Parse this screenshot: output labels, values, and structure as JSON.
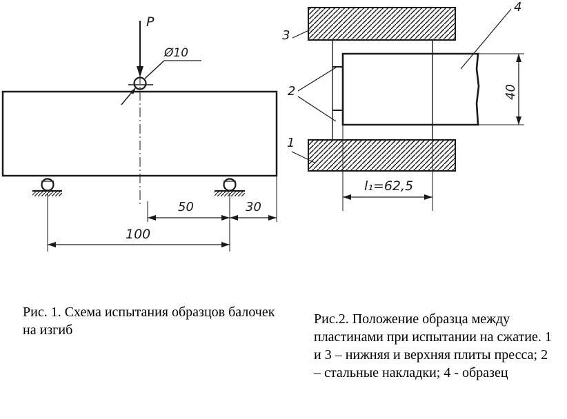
{
  "fig1": {
    "load_label": "P",
    "diameter_label": "Ø10",
    "dims": {
      "span": "100",
      "half": "50",
      "overhang": "30"
    },
    "caption": "Рис. 1. Схема испытания образцов балочек на изгиб"
  },
  "fig2": {
    "labels": {
      "lower_plate": "1",
      "pads": "2",
      "upper_plate": "3",
      "specimen": "4"
    },
    "dims": {
      "height": "40",
      "length": "l₁=62,5"
    },
    "caption": "Рис.2. Положение образца между пластинами при испытании на сжатие. 1 и 3 – нижняя и верхняя плиты пресса; 2 – стальные накладки; 4 - образец"
  },
  "colors": {
    "ink": "#1a1a1a",
    "background": "#ffffff"
  }
}
